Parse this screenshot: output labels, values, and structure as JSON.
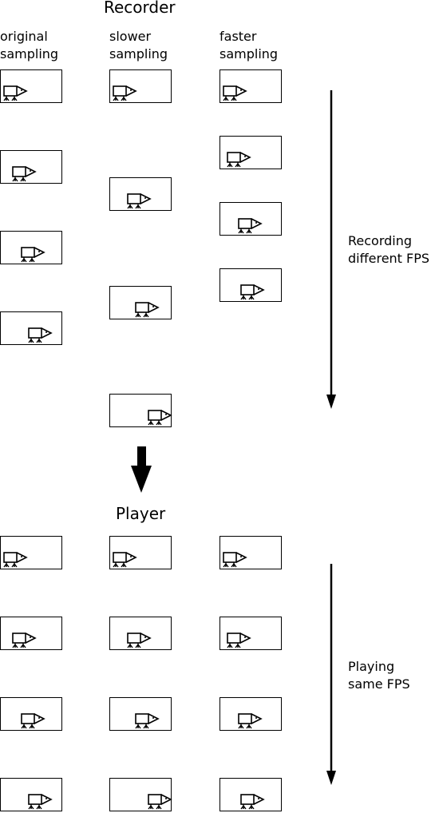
{
  "recorder": {
    "title": "Recorder",
    "columns": [
      {
        "label": "original sampling",
        "line1": "original",
        "line2": "sampling"
      },
      {
        "label": "slower sampling",
        "line1": "slower",
        "line2": "sampling"
      },
      {
        "label": "faster sampling",
        "line1": "faster",
        "line2": "sampling"
      }
    ],
    "arrow_label": {
      "line1": "Recording",
      "line2": "different FPS"
    }
  },
  "player": {
    "title": "Player",
    "arrow_label": {
      "line1": "Playing",
      "line2": "same FPS"
    }
  },
  "icons": [
    "pig-icon"
  ]
}
